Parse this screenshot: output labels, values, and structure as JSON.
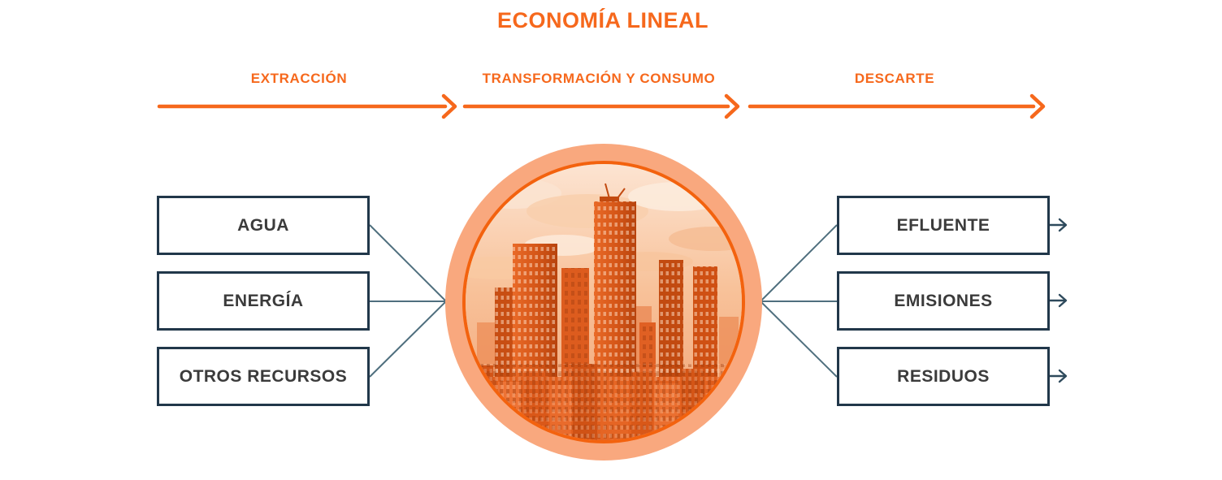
{
  "title": "ECONOMÍA LINEAL",
  "stages": [
    {
      "label": "EXTRACCIÓN"
    },
    {
      "label": "TRANSFORMACIÓN Y CONSUMO"
    },
    {
      "label": "DESCARTE"
    }
  ],
  "inputs": [
    {
      "label": "AGUA"
    },
    {
      "label": "ENERGÍA"
    },
    {
      "label": "OTROS RECURSOS"
    }
  ],
  "outputs": [
    {
      "label": "EFLUENTE"
    },
    {
      "label": "EMISIONES"
    },
    {
      "label": "RESIDUOS"
    }
  ],
  "center_image": "city-skyline-photo-orange-duotone",
  "colors": {
    "accent_orange": "#F6681C",
    "ring_salmon": "#F9A87E",
    "photo_ring": "#F3620E",
    "box_border": "#21374A",
    "connector_slate": "#4F6F7E",
    "output_arrow": "#2E4A5C",
    "box_text": "#3B3B3B",
    "background": "#FFFFFF"
  }
}
